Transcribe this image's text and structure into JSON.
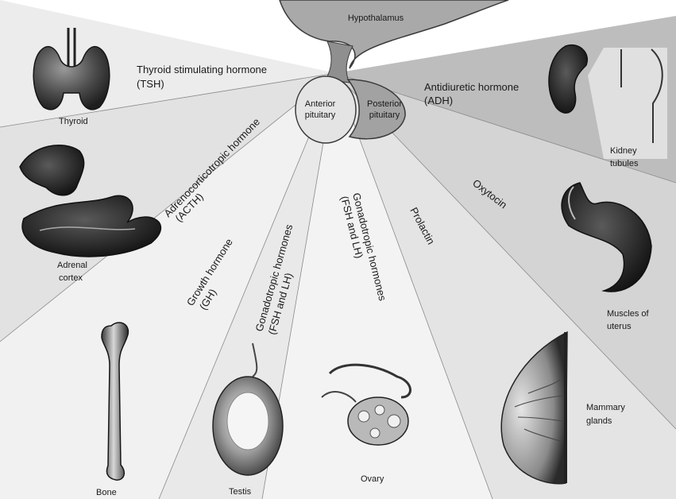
{
  "diagram": {
    "center": {
      "hypothalamus": "Hypothalamus",
      "anterior": [
        "Anterior",
        "pituitary"
      ],
      "posterior": [
        "Posterior",
        "pituitary"
      ]
    },
    "hormones": {
      "tsh": [
        "Thyroid stimulating hormone",
        "(TSH)"
      ],
      "acth": [
        "Adrenocorticotropic hormone",
        "(ACTH)"
      ],
      "gh": [
        "Growth hormone",
        "(GH)"
      ],
      "gonad_testis": [
        "Gonadotropic hormones",
        "(FSH and LH)"
      ],
      "gonad_ovary": [
        "Gonadotropic hormones",
        "(FSH and LH)"
      ],
      "prolactin": "Prolactin",
      "oxytocin": "Oxytocin",
      "adh": [
        "Antidiuretic hormone",
        "(ADH)"
      ]
    },
    "targets": {
      "thyroid": "Thyroid",
      "adrenal": [
        "Adrenal",
        "cortex"
      ],
      "bone": "Bone",
      "testis": "Testis",
      "ovary": "Ovary",
      "mammary": [
        "Mammary",
        "glands"
      ],
      "uterus": [
        "Muscles of",
        "uterus"
      ],
      "kidney": [
        "Kidney",
        "tubules"
      ]
    }
  }
}
